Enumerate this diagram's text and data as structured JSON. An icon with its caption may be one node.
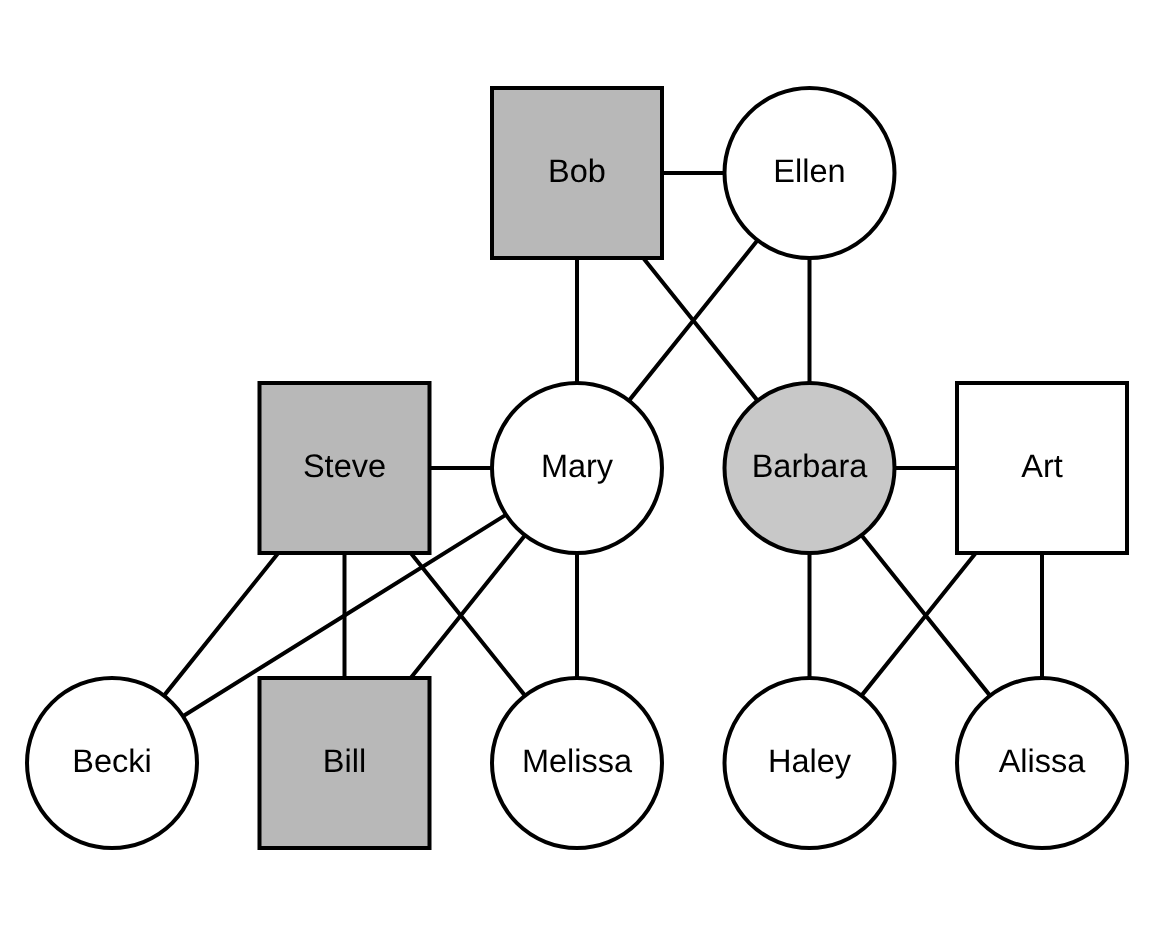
{
  "diagram": {
    "nodes": [
      {
        "text": [
          "Bob"
        ]
      },
      {
        "text": [
          "Ellen"
        ]
      },
      {
        "text": [
          "Steve"
        ]
      },
      {
        "text": [
          "Mary"
        ]
      },
      {
        "text": [
          "Barbara"
        ]
      },
      {
        "text": [
          "Art"
        ]
      },
      {
        "text": [
          "Becki"
        ]
      },
      {
        "text": [
          "Bill"
        ]
      },
      {
        "text": [
          "Melissa"
        ]
      },
      {
        "text": [
          "Alissa"
        ]
      },
      {
        "text": [
          "Haley"
        ]
      }
    ],
    "edges": [
      {
        "from": 0,
        "to": 1,
        "arrow": "none"
      },
      {
        "from": 0,
        "to": 3,
        "arrow": "none"
      },
      {
        "from": 1,
        "to": 3,
        "arrow": "none"
      },
      {
        "from": 0,
        "to": 4,
        "arrow": "none"
      },
      {
        "from": 1,
        "to": 4,
        "arrow": "none"
      },
      {
        "from": 2,
        "to": 3,
        "arrow": "none"
      },
      {
        "from": 2,
        "to": 6,
        "arrow": "none"
      },
      {
        "from": 3,
        "to": 6,
        "arrow": "none"
      },
      {
        "from": 2,
        "to": 7,
        "arrow": "none"
      },
      {
        "from": 3,
        "to": 7,
        "arrow": "none"
      },
      {
        "from": 2,
        "to": 8,
        "arrow": "none"
      },
      {
        "from": 3,
        "to": 8,
        "arrow": "none"
      },
      {
        "from": 4,
        "to": 5,
        "arrow": "none"
      },
      {
        "from": 4,
        "to": 9,
        "arrow": "none"
      },
      {
        "from": 5,
        "to": 9,
        "arrow": "none"
      },
      {
        "from": 4,
        "to": 10,
        "arrow": "none"
      },
      {
        "from": 5,
        "to": 10,
        "arrow": "none"
      }
    ]
  }
}
